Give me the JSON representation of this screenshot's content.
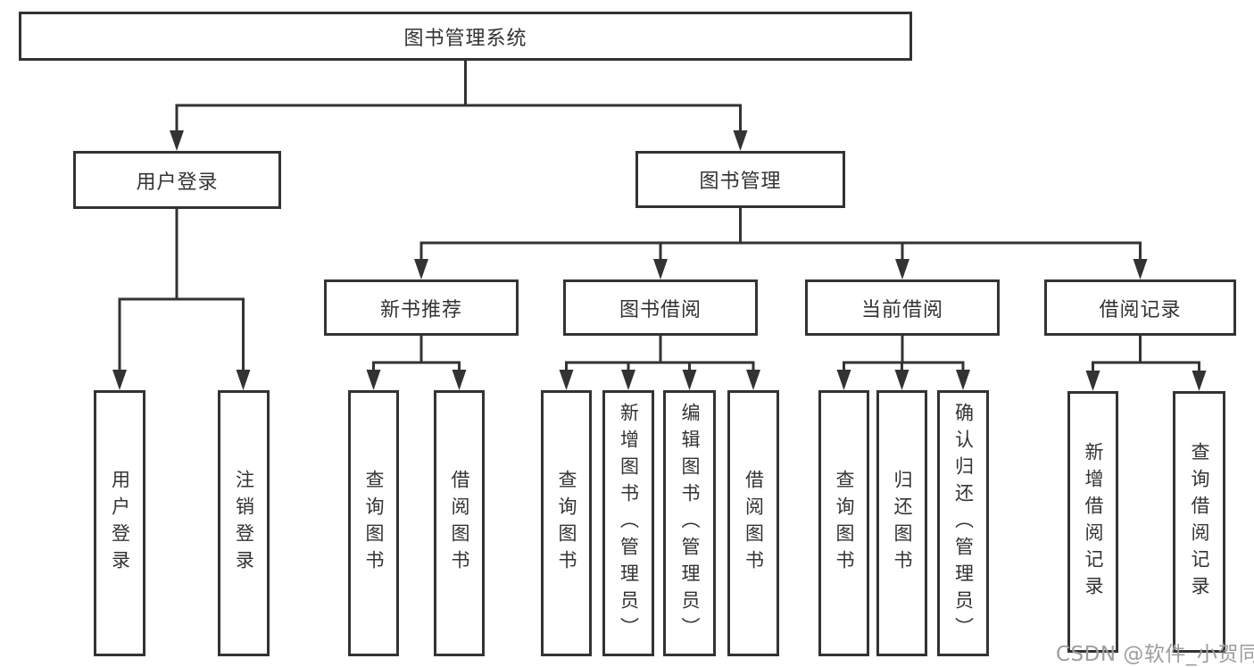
{
  "diagram": {
    "type": "hierarchy-tree",
    "line_color": "#333333",
    "box_fill": "#ffffff",
    "nodes": {
      "root": {
        "label": "图书管理系统"
      },
      "userLogin": {
        "label": "用户登录"
      },
      "bookMgmt": {
        "label": "图书管理"
      },
      "newBookRec": {
        "label": "新书推荐"
      },
      "bookBorrow": {
        "label": "图书借阅"
      },
      "currentBorrow": {
        "label": "当前借阅"
      },
      "borrowRecord": {
        "label": "借阅记录"
      },
      "leafUserLogin": {
        "label": "用户登录",
        "parent": "userLogin"
      },
      "leafLogout": {
        "label": "注销登录",
        "parent": "userLogin"
      },
      "leafQueryBookA": {
        "label": "查询图书",
        "parent": "newBookRec"
      },
      "leafBorrowBookA": {
        "label": "借阅图书",
        "parent": "newBookRec"
      },
      "leafQueryBookB": {
        "label": "查询图书",
        "parent": "bookBorrow"
      },
      "leafAddBook": {
        "label": "新增图书（管理员）",
        "parent": "bookBorrow"
      },
      "leafEditBook": {
        "label": "编辑图书（管理员）",
        "parent": "bookBorrow"
      },
      "leafBorrowBookB": {
        "label": "借阅图书",
        "parent": "bookBorrow"
      },
      "leafQueryBookC": {
        "label": "查询图书",
        "parent": "currentBorrow"
      },
      "leafReturnBook": {
        "label": "归还图书",
        "parent": "currentBorrow"
      },
      "leafConfirmReturn": {
        "label": "确认归还（管理员）",
        "parent": "currentBorrow"
      },
      "leafAddRecord": {
        "label": "新增借阅记录",
        "parent": "borrowRecord"
      },
      "leafQueryRecord": {
        "label": "查询借阅记录",
        "parent": "borrowRecord"
      }
    }
  },
  "watermark": {
    "text": "CSDN @软件_小贺同学",
    "color": "#9e9e9e"
  }
}
